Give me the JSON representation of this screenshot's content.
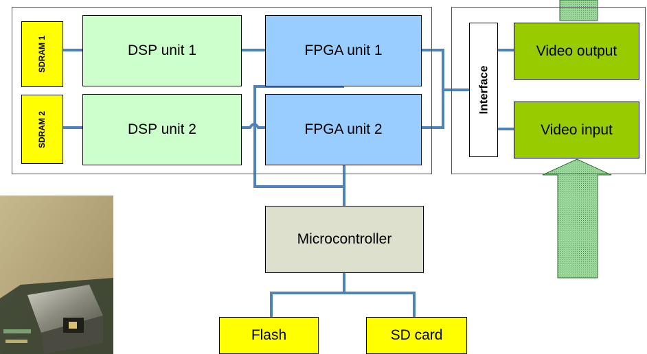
{
  "blocks": {
    "sdram1": "SDRAM 1",
    "sdram2": "SDRAM 2",
    "dsp1": "DSP unit 1",
    "dsp2": "DSP unit 2",
    "fpga1": "FPGA unit 1",
    "fpga2": "FPGA unit 2",
    "interface": "Interface",
    "video_output": "Video output",
    "video_input": "Video input",
    "microcontroller": "Microcontroller",
    "flash": "Flash",
    "sdcard": "SD card"
  },
  "colors": {
    "sdram": "#ffff00",
    "dsp": "#ccffcc",
    "fpga": "#99ccff",
    "video": "#99cc00",
    "microcontroller": "#dde0cc",
    "storage": "#ffff00",
    "wire": "#4f81bd",
    "arrow": "#99dd99"
  },
  "photo": {
    "icon": "board-photo"
  }
}
